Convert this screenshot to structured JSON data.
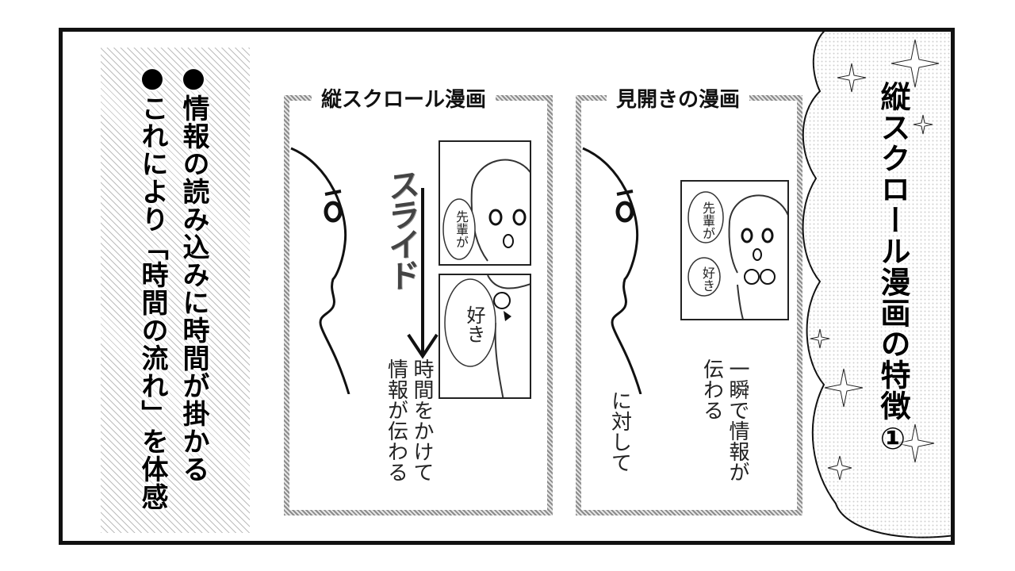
{
  "notes": {
    "line1": "●情報の読み込みに時間が掛かる",
    "line2": "●これにより「時間の流れ」を体感"
  },
  "vertical_example": {
    "title": "縦スクロール漫画",
    "slide_label": "スライド",
    "caption": "時間をかけて情報が伝わる",
    "bubble_top": "先輩が",
    "bubble_bottom": "好き"
  },
  "spread_example": {
    "title": "見開きの漫画",
    "caption_a": "一瞬で情報が伝わる",
    "caption_b": "に対して",
    "bubble_a": "先輩が",
    "bubble_b": "好き"
  },
  "heading": {
    "title": "縦スクロール漫画の特徴①"
  }
}
